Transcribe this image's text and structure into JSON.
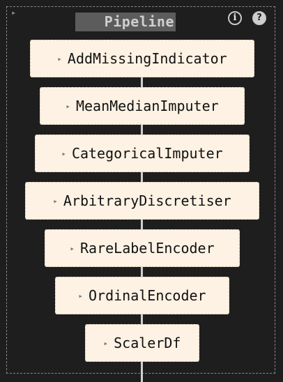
{
  "pipeline": {
    "caret": "▸",
    "label": "Pipeline",
    "info_icon": "i",
    "help_icon": "?"
  },
  "steps": [
    {
      "label": "AddMissingIndicator"
    },
    {
      "label": "MeanMedianImputer"
    },
    {
      "label": "CategoricalImputer"
    },
    {
      "label": "ArbitraryDiscretiser"
    },
    {
      "label": "RareLabelEncoder"
    },
    {
      "label": "OrdinalEncoder"
    },
    {
      "label": "ScalerDf"
    }
  ],
  "step_marker": "▸"
}
